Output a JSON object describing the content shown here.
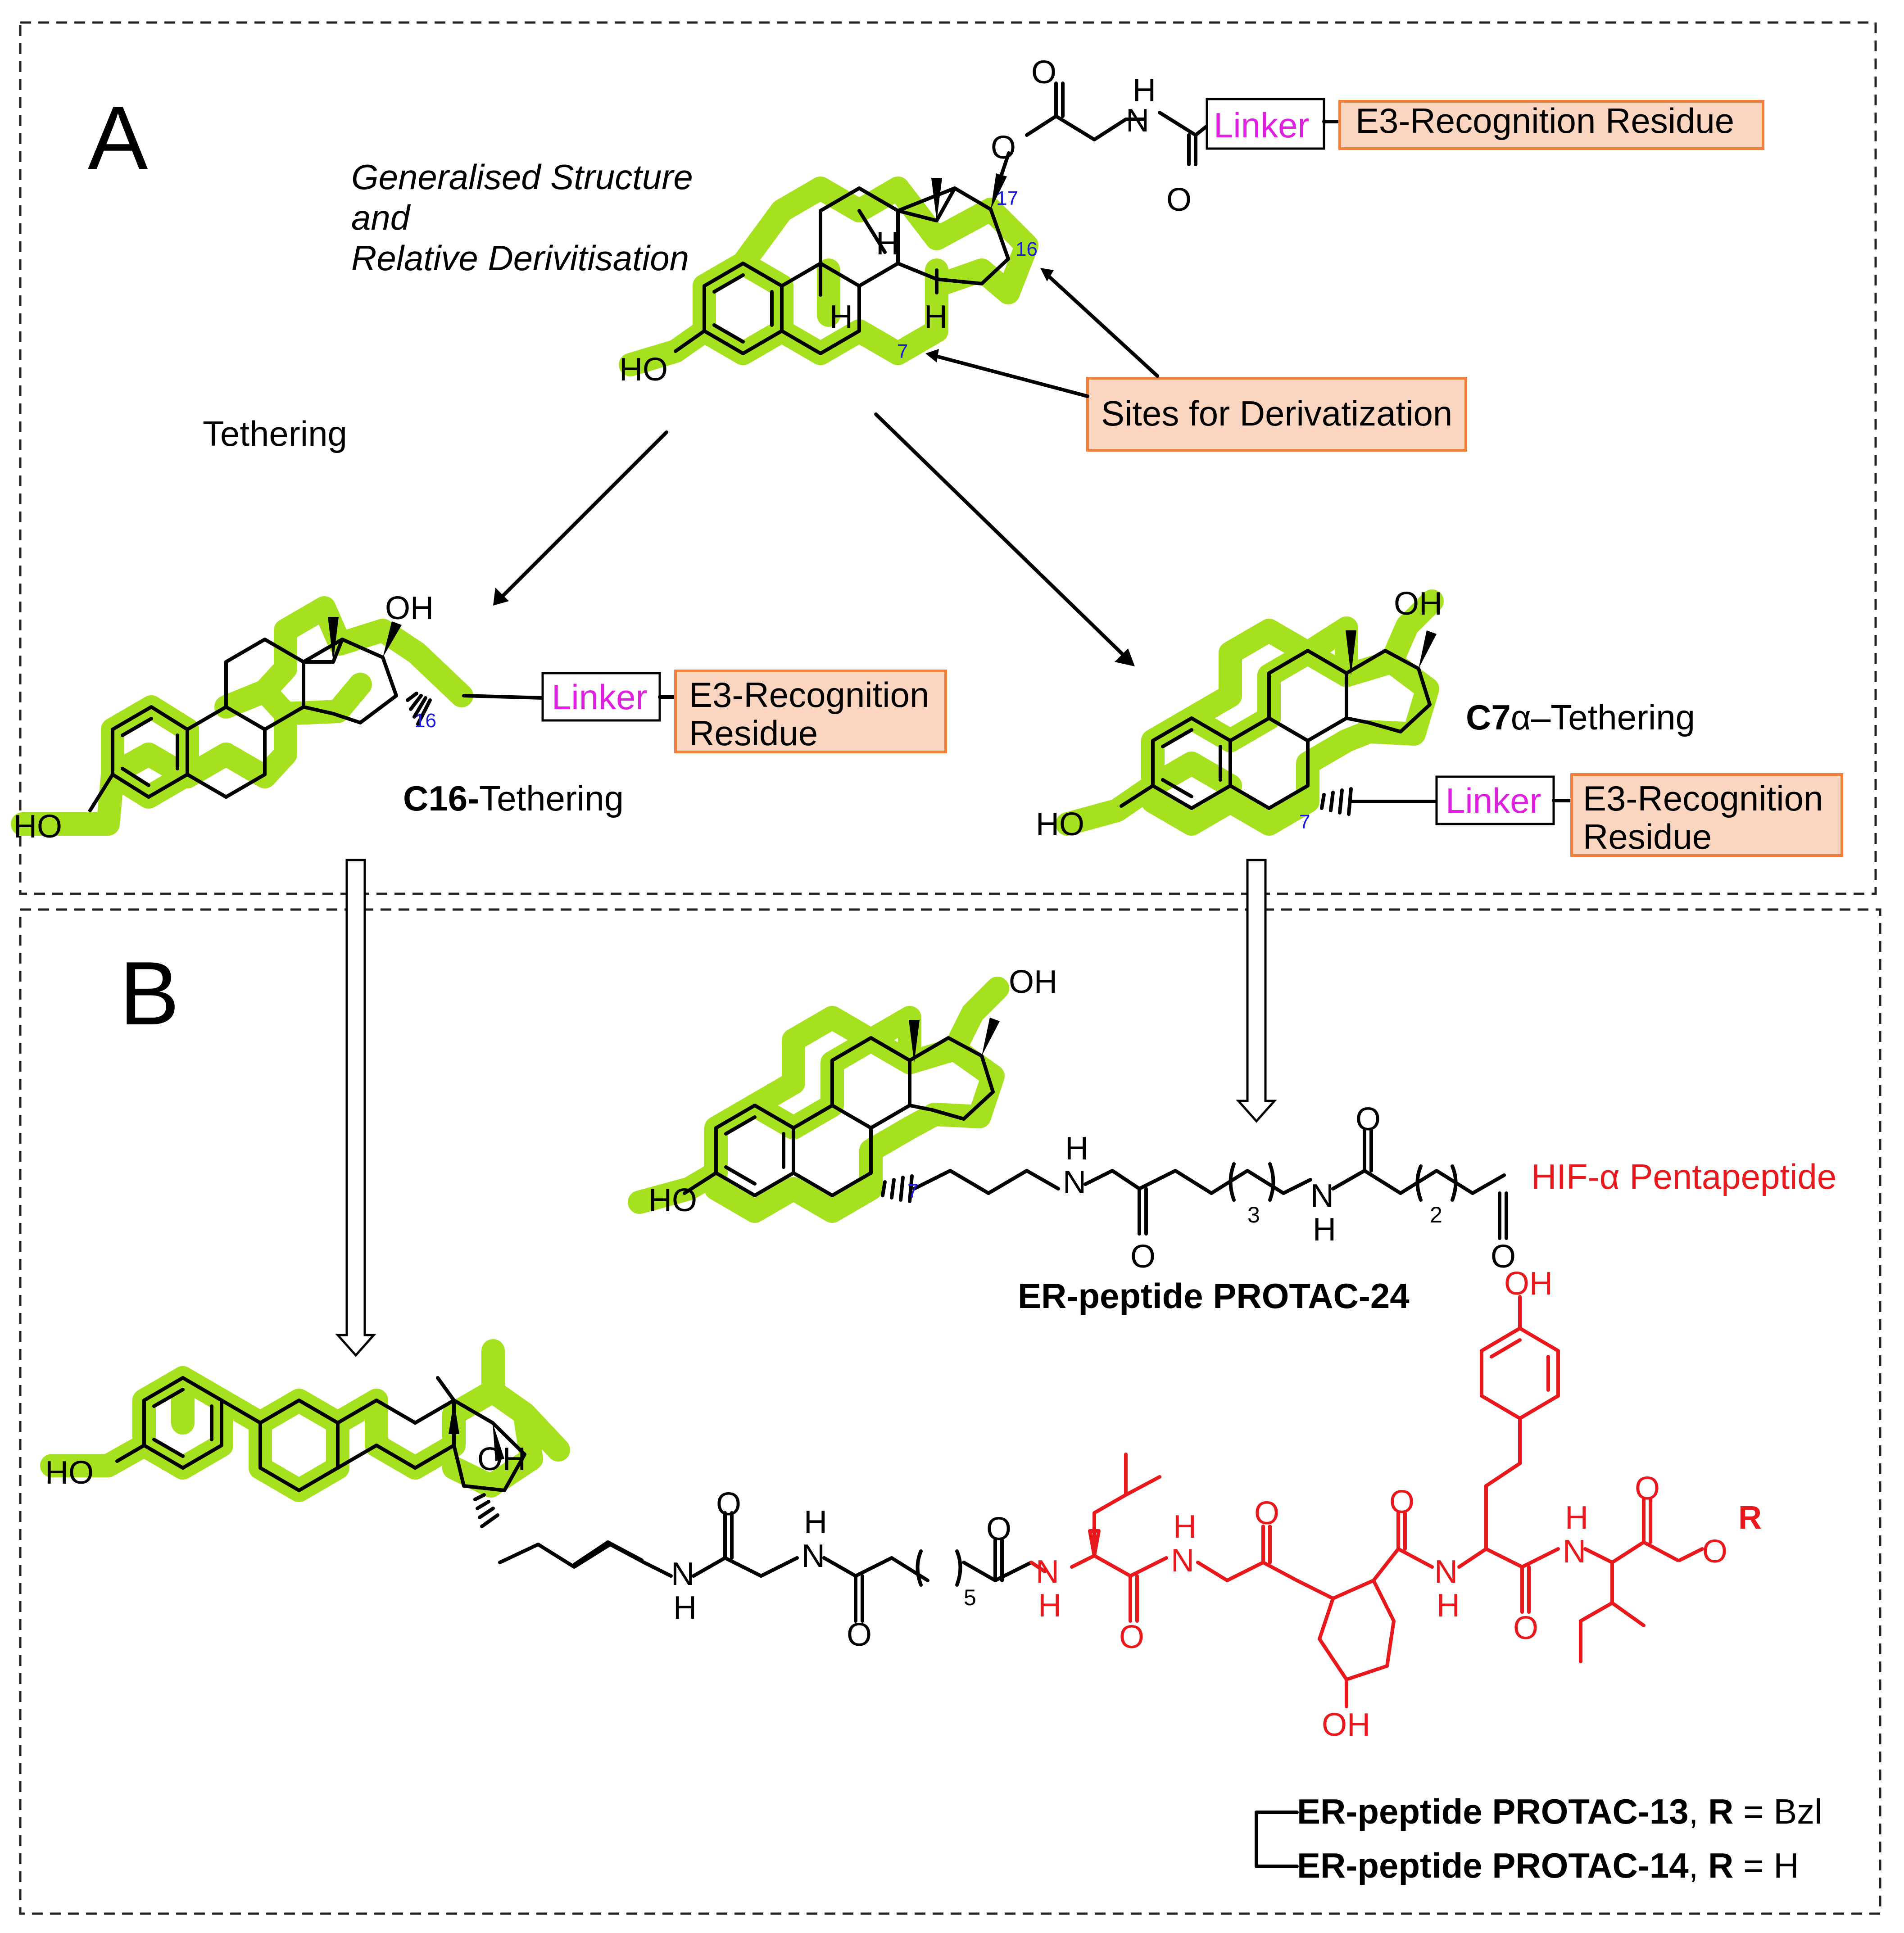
{
  "panels": {
    "a_label": "A",
    "b_label": "B"
  },
  "panel_a": {
    "general_title_line1": "Generalised Structure",
    "general_title_line2": "and",
    "general_title_line3": "Relative Derivitisation",
    "tethering_label": "Tethering",
    "sites_label": "Sites for Derivatization",
    "linker": "Linker",
    "e3_one_line": "E3-Recognition Residue",
    "e3_line1": "E3-Recognition",
    "e3_line2": "Residue",
    "c16_bold": "C16-",
    "c16_rest": "Tethering",
    "c7_bold": "C7",
    "c7_alpha": "α",
    "c7_rest": "–Tethering",
    "pos_17": "17",
    "pos_16": "16",
    "pos_7": "7"
  },
  "atoms": {
    "HO": "HO",
    "OH": "OH",
    "O": "O",
    "N": "N",
    "H": "H",
    "R": "R"
  },
  "panel_b": {
    "hif": "HIF-α Pentapeptide",
    "sub_3": "3",
    "sub_2": "2",
    "sub_5": "5",
    "protac24": "ER-peptide PROTAC-24",
    "protac13_bold": "ER-peptide PROTAC-13",
    "protac13_rest": ", ",
    "protac13_r": "R",
    "protac13_val": " = Bzl",
    "protac14_bold": "ER-peptide PROTAC-14",
    "protac14_rest": ", ",
    "protac14_r": "R",
    "protac14_val": " = H",
    "pos_7": "7"
  },
  "colors": {
    "highlight": "#a6e11f",
    "peptide_red": "#e8181c",
    "linker_magenta": "#e020e0",
    "position_blue": "#1a1ae0",
    "e3_box_fill": "#fad5c0",
    "e3_box_stroke": "#f2803a"
  }
}
